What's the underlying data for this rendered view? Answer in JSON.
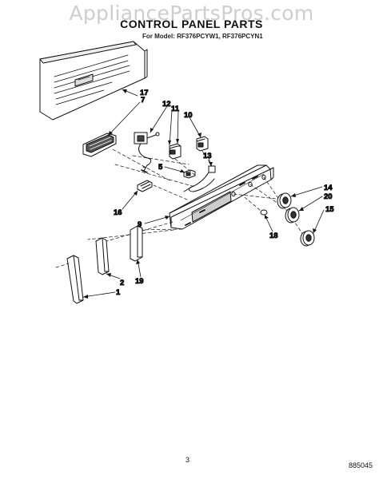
{
  "watermark": "AppliancePartsPros.com",
  "title": "CONTROL PANEL PARTS",
  "subtitle": "For Model: RF376PCYW1, RF376PCYN1",
  "callouts": [
    "17",
    "7",
    "12",
    "11",
    "10",
    "13",
    "5",
    "16",
    "9",
    "14",
    "20",
    "15",
    "18",
    "2",
    "19",
    "1"
  ],
  "page_number": "3",
  "doc_number": "885045"
}
